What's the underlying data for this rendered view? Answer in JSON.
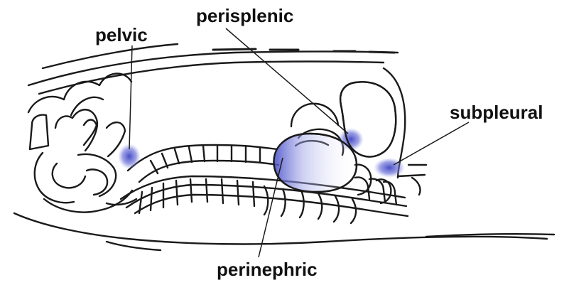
{
  "labels": {
    "pelvic": "pelvic",
    "perisplenic": "perisplenic",
    "subpleural": "subpleural",
    "perinephric": "perinephric"
  },
  "colors": {
    "outline": "#1a1a1a",
    "highlight": "#5a5fc8",
    "background": "#ffffff"
  }
}
